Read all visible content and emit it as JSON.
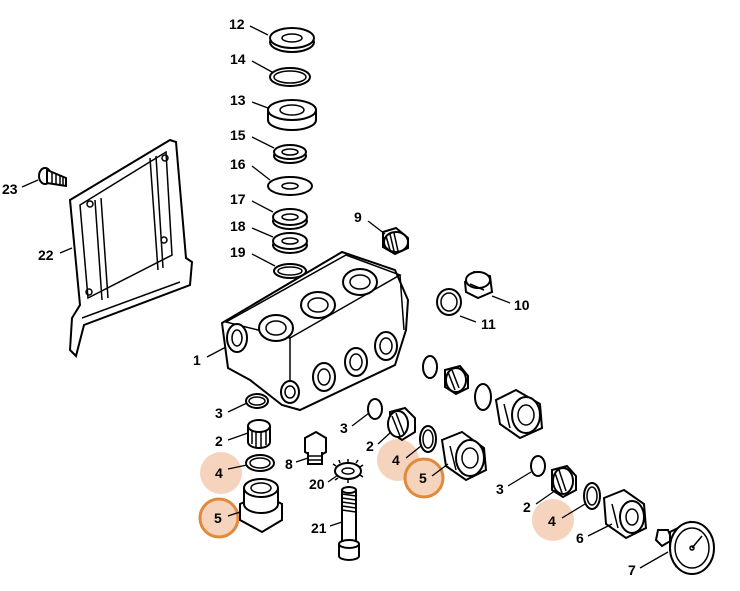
{
  "callouts": [
    {
      "id": "12",
      "text": "12"
    },
    {
      "id": "14",
      "text": "14"
    },
    {
      "id": "13",
      "text": "13"
    },
    {
      "id": "15",
      "text": "15"
    },
    {
      "id": "16",
      "text": "16"
    },
    {
      "id": "17",
      "text": "17"
    },
    {
      "id": "18",
      "text": "18"
    },
    {
      "id": "19",
      "text": "19"
    },
    {
      "id": "23",
      "text": "23"
    },
    {
      "id": "22",
      "text": "22"
    },
    {
      "id": "9",
      "text": "9"
    },
    {
      "id": "10",
      "text": "10"
    },
    {
      "id": "11",
      "text": "11"
    },
    {
      "id": "1",
      "text": "1"
    },
    {
      "id": "3a",
      "text": "3"
    },
    {
      "id": "2a",
      "text": "2"
    },
    {
      "id": "4a",
      "text": "4"
    },
    {
      "id": "5a",
      "text": "5"
    },
    {
      "id": "8",
      "text": "8"
    },
    {
      "id": "20",
      "text": "20"
    },
    {
      "id": "21",
      "text": "21"
    },
    {
      "id": "3b",
      "text": "3"
    },
    {
      "id": "2b",
      "text": "2"
    },
    {
      "id": "4b",
      "text": "4"
    },
    {
      "id": "5b",
      "text": "5"
    },
    {
      "id": "3c",
      "text": "3"
    },
    {
      "id": "2c",
      "text": "2"
    },
    {
      "id": "4c",
      "text": "4"
    },
    {
      "id": "6",
      "text": "6"
    },
    {
      "id": "7",
      "text": "7"
    }
  ],
  "colors": {
    "highlight_fill": "#f6d3bd",
    "ring_stroke": "#e08a3c",
    "line": "#000000"
  }
}
